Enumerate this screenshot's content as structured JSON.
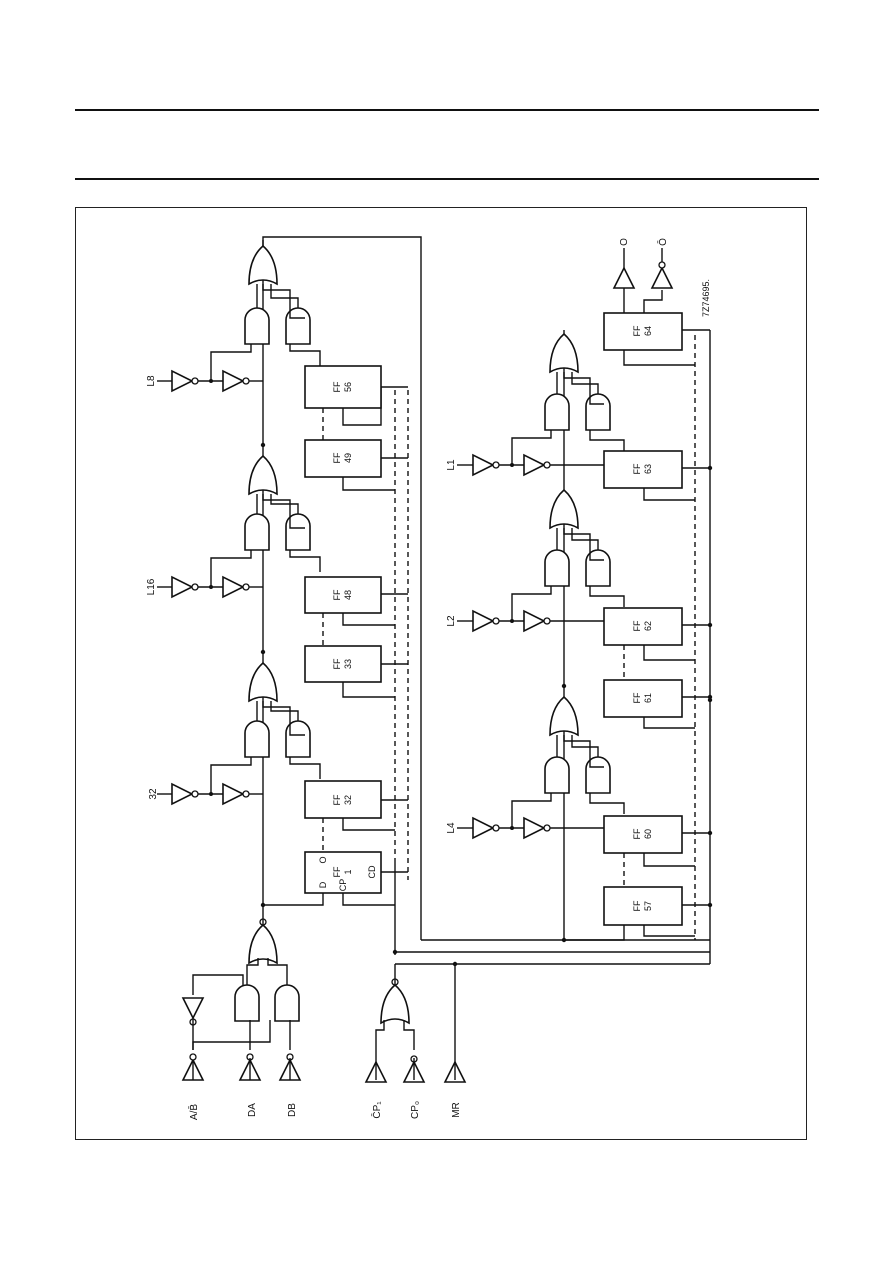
{
  "diagram": {
    "flip_flops": [
      {
        "id": "ff1",
        "label": "FF",
        "num": "1"
      },
      {
        "id": "ff32",
        "label": "FF",
        "num": "32"
      },
      {
        "id": "ff33",
        "label": "FF",
        "num": "33"
      },
      {
        "id": "ff48",
        "label": "FF",
        "num": "48"
      },
      {
        "id": "ff49",
        "label": "FF",
        "num": "49"
      },
      {
        "id": "ff56",
        "label": "FF",
        "num": "56"
      },
      {
        "id": "ff57",
        "label": "FF",
        "num": "57"
      },
      {
        "id": "ff60",
        "label": "FF",
        "num": "60"
      },
      {
        "id": "ff61",
        "label": "FF",
        "num": "61"
      },
      {
        "id": "ff62",
        "label": "FF",
        "num": "62"
      },
      {
        "id": "ff63",
        "label": "FF",
        "num": "63"
      },
      {
        "id": "ff64",
        "label": "FF",
        "num": "64"
      }
    ],
    "ff1_pins": {
      "d": "D",
      "q": "O",
      "cp": "CP",
      "cd": "CD"
    },
    "inputs": {
      "ab": "A/B̄",
      "da": "DA",
      "db": "DB",
      "cpbar": "C̄P₁",
      "cp0": "CP₀",
      "mr": "MR"
    },
    "taps": {
      "l8": "L8",
      "l16": "L16",
      "l32": "32",
      "l1": "L1",
      "l2": "L2",
      "l4": "L4"
    },
    "outputs": {
      "q": "O",
      "qbar": "Ō"
    },
    "code": "7Z74695."
  }
}
